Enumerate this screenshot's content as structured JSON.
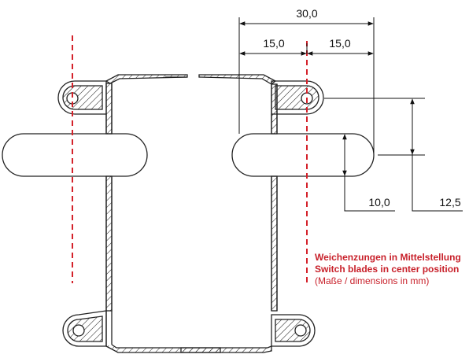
{
  "dimensions": {
    "overall_width": "30,0",
    "half_left": "15,0",
    "half_right": "15,0",
    "blade_height": "10,0",
    "lug_offset": "12,5"
  },
  "note": {
    "line_de": "Weichenzungen in Mittelstellung",
    "line_en": "Switch blades in center position",
    "units": "(Maße / dimensions in mm)"
  },
  "colors": {
    "centerline": "#d4212a",
    "note_text": "#c8202a",
    "outline": "#222222"
  }
}
